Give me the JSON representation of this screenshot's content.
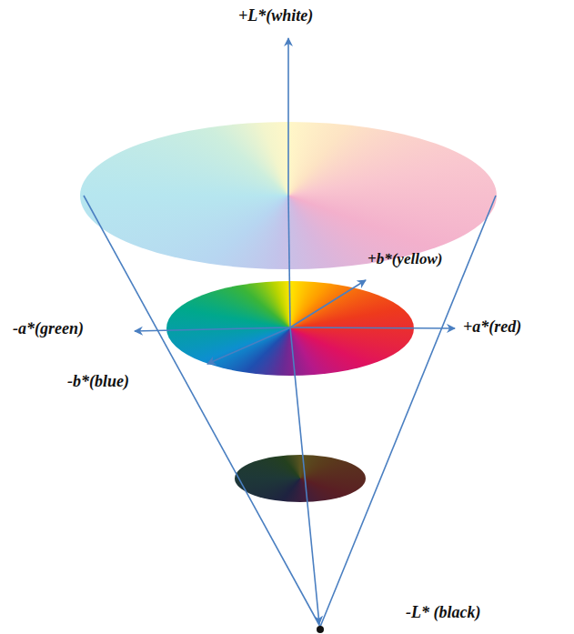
{
  "diagram": {
    "labels": [
      "+L*(white)",
      "+b*(yellow)",
      "-a*(green)",
      "+a*(red)",
      "-b*(blue)",
      "-L* (black)"
    ]
  }
}
